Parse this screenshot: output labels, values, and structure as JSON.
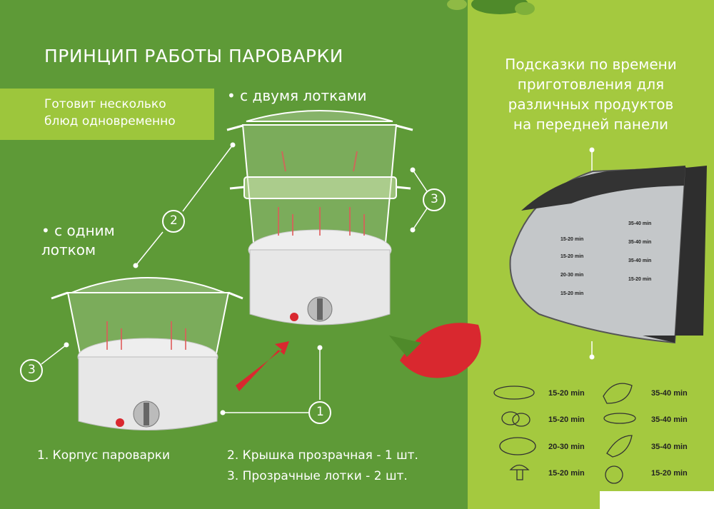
{
  "title": "ПРИНЦИП РАБОТЫ ПАРОВАРКИ",
  "banner_text": "Готовит несколько\nблюд одновременно",
  "label_two_trays": "• с двумя лотками",
  "label_one_tray": "• с одним\nлотком",
  "callouts": {
    "one": "1",
    "two": "2",
    "three": "3"
  },
  "legend": {
    "item1": "1. Корпус  пароварки",
    "item2": "2. Крышка прозрачная - 1 шт.",
    "item3": "3. Прозрачные лотки - 2 шт."
  },
  "hint": "Подсказки по времени\nприготовления для\nразличных продуктов\nна передней панели",
  "times": {
    "fish": "15-20 min",
    "eggs": "15-20 min",
    "chicken": "20-30 min",
    "mushroom": "15-20 min",
    "vegetables": "35-40 min",
    "rice": "35-40 min",
    "corn": "35-40 min",
    "apple": "15-20 min"
  },
  "colors": {
    "left_bg": "#5e9a37",
    "right_bg": "#a4c93f",
    "banner": "#9dc63c",
    "arrow_red": "#d9282f"
  }
}
